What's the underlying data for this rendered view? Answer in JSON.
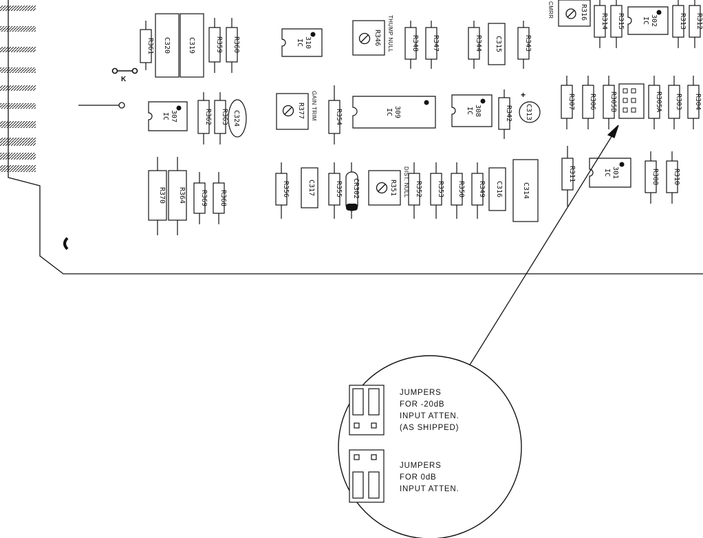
{
  "resistors": {
    "r361": "R361",
    "r359": "R359",
    "r360": "R360",
    "r348": "R348",
    "r347": "R347",
    "r344": "R344",
    "r343": "R343",
    "r314": "R314",
    "r315": "R315",
    "r313": "R313",
    "r312": "R312",
    "r362": "R362",
    "r363": "R363",
    "r354": "R354",
    "r342": "R342",
    "r307": "R307",
    "r306": "R306",
    "r305b": "R305B",
    "r305a": "R305A",
    "r303": "R303",
    "r304": "R304",
    "r370": "R370",
    "r364": "R364",
    "r369": "R369",
    "r368": "R368",
    "r356": "R356",
    "r355": "R355",
    "r352": "R352",
    "r353": "R353",
    "r350": "R350",
    "r349": "R349",
    "r311": "R311",
    "r308": "R308",
    "r310": "R310"
  },
  "capacitors": {
    "c320": "C320",
    "c319": "C319",
    "c315": "C315",
    "c324": "C324",
    "c313": "C313",
    "c317": "C317",
    "c316": "C316",
    "c314": "C314"
  },
  "diode": {
    "cr302": "CR302"
  },
  "ics": {
    "ic310": [
      "IC",
      "310"
    ],
    "ic302": [
      "IC",
      "302"
    ],
    "ic307": [
      "IC",
      "307"
    ],
    "ic309": [
      "IC",
      "309"
    ],
    "ic308": [
      "IC",
      "308"
    ],
    "ic301": [
      "IC",
      "301"
    ]
  },
  "pots": {
    "r346": "R346",
    "r316": "R316",
    "r377": "R377",
    "r351": "R351"
  },
  "pot_captions": {
    "thump_null": "THUMP NULL",
    "cmrr": "CMRR",
    "gain_trim": "GAIN TRIM",
    "dist_null": "DIST. NULL"
  },
  "plus_sign": "+",
  "k_label": "K",
  "callout": {
    "block1": [
      "JUMPERS",
      "FOR -20dB",
      "INPUT ATTEN.",
      "(AS SHIPPED)"
    ],
    "block2": [
      "JUMPERS",
      "FOR 0dB",
      "INPUT ATTEN."
    ]
  }
}
